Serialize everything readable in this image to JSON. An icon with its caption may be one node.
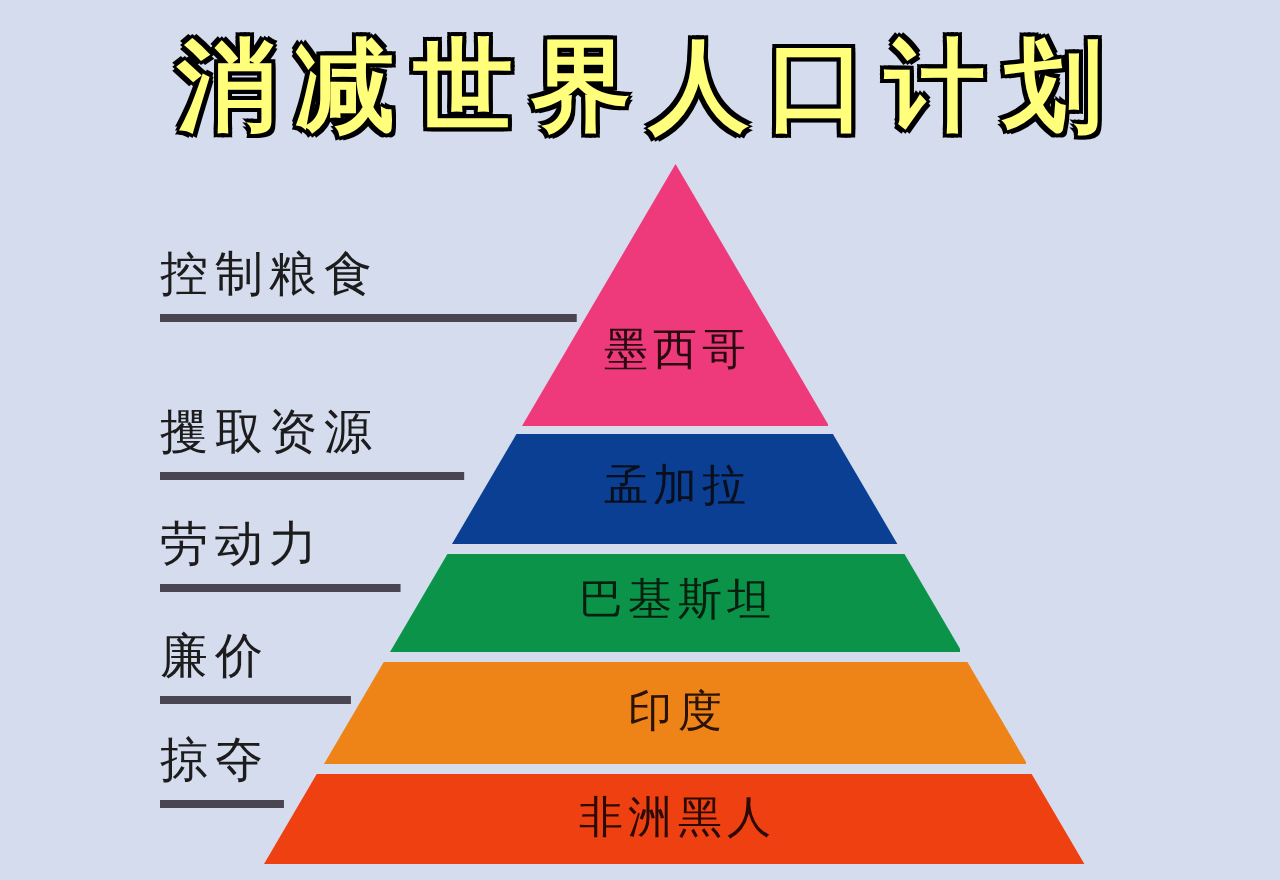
{
  "diagram": {
    "title": "消减世界人口计划",
    "nodes": [
      {
        "text": [
          "墨西哥"
        ]
      },
      {
        "text": [
          "孟加拉"
        ]
      },
      {
        "text": [
          "巴基斯坦"
        ]
      },
      {
        "text": [
          "印度"
        ]
      },
      {
        "text": [
          "非洲黑人"
        ]
      },
      {
        "text": [
          "控制粮食"
        ]
      },
      {
        "text": [
          "攫取资源"
        ]
      },
      {
        "text": [
          "劳动力"
        ]
      },
      {
        "text": [
          "廉价"
        ]
      },
      {
        "text": [
          "掠夺"
        ]
      }
    ],
    "edges": [
      {
        "from": 5,
        "to": 0,
        "arrow": "none"
      },
      {
        "from": 6,
        "to": 1,
        "arrow": "none"
      },
      {
        "from": 7,
        "to": 2,
        "arrow": "none"
      },
      {
        "from": 8,
        "to": 3,
        "arrow": "none"
      },
      {
        "from": 9,
        "to": 4,
        "arrow": "none"
      }
    ]
  }
}
